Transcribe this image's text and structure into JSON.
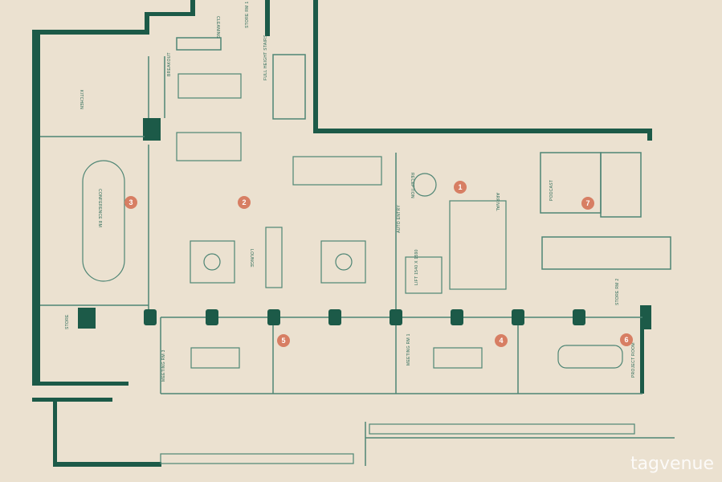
{
  "rooms": {
    "kitchen": "KITCHEN",
    "breakout": "BREAKOUT",
    "store_rm_1": "STORE RM 1",
    "cleaning": "CLEANING",
    "full_height_stairs": "FULL HEIGHT STAIRS",
    "conference_rm": "CONFERENCE RM",
    "lounge": "LOUNGE",
    "store": "STORE",
    "meeting_rm_3": "MEETING RM 3",
    "meeting_rm_1": "MEETING RM 1",
    "project_room": "PROJECT ROOM",
    "store_rm_2": "STORE RM 2",
    "auto_entry": "AUTO ENTRY",
    "arrival": "ARRIVAL",
    "podcast": "PODCAST",
    "reception": "RECEPTION",
    "lift": "LIFT 1540 X 1590"
  },
  "markers": [
    "1",
    "2",
    "3",
    "4",
    "5",
    "6",
    "7"
  ],
  "watermark": "tagvenue",
  "colors": {
    "wall": "#1c5a48",
    "line": "#4e8574",
    "background": "#ebe1d0",
    "marker": "#d77e63"
  }
}
